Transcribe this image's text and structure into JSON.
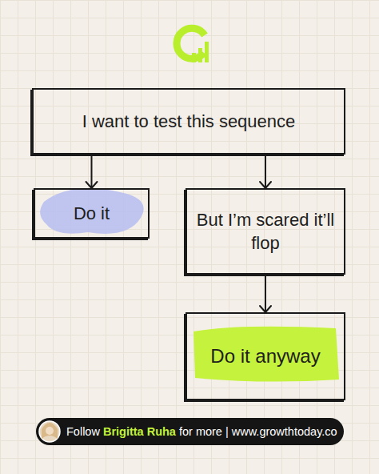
{
  "diagram": {
    "nodes": [
      {
        "text": [
          "I want to test this sequence"
        ]
      },
      {
        "text": [
          "Do it"
        ]
      },
      {
        "text": [
          "But I’m scared it’ll flop"
        ]
      },
      {
        "text": [
          "Do it anyway"
        ]
      },
      {
        "text": [
          "Follow",
          "Brigitta Ruha",
          "for more | www.growthtoday.co"
        ]
      }
    ],
    "edges": [
      {
        "from": 0,
        "to": 1,
        "arrow": "to"
      },
      {
        "from": 0,
        "to": 2,
        "arrow": "to"
      },
      {
        "from": 2,
        "to": 3,
        "arrow": "to"
      }
    ]
  }
}
